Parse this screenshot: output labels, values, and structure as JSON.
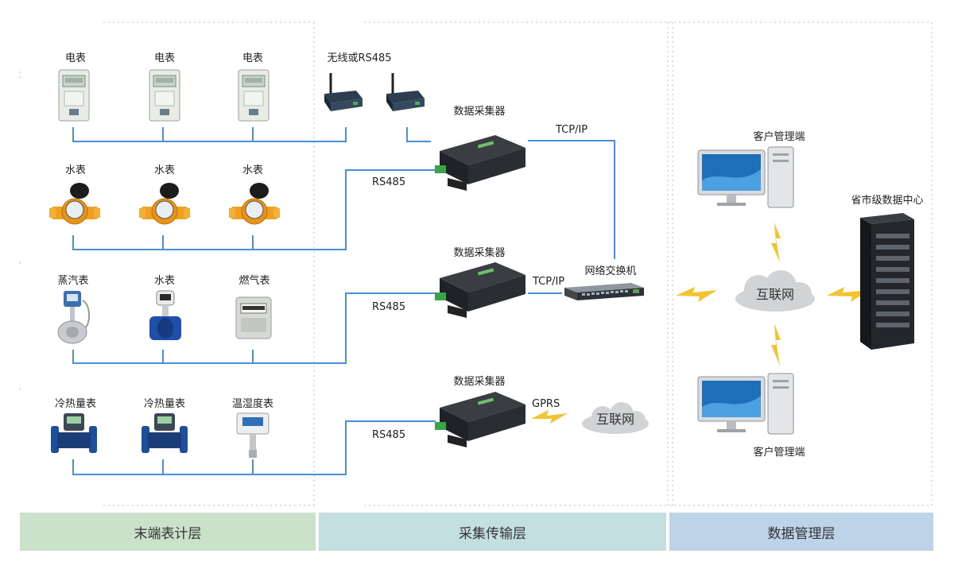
{
  "meters": {
    "row1": [
      "电表",
      "电表",
      "电表"
    ],
    "row2": [
      "水表",
      "水表",
      "水表"
    ],
    "row3": [
      "蒸汽表",
      "水表",
      "燃气表"
    ],
    "row4": [
      "冷热量表",
      "冷热量表",
      "温湿度表"
    ]
  },
  "wireless_label": "无线或RS485",
  "collectors": [
    "数据采集器",
    "数据采集器",
    "数据采集器"
  ],
  "rs485_labels": [
    "RS485",
    "RS485",
    "RS485"
  ],
  "tcpip_labels": [
    "TCP/IP",
    "TCP/IP"
  ],
  "gprs_label": "GPRS",
  "switch_label": "网络交换机",
  "internet_small": "互联网",
  "internet_main": "互联网",
  "client_top": "客户管理端",
  "client_bottom": "客户管理端",
  "datacenter": "省市级数据中心",
  "layers": [
    "末端表计层",
    "采集传输层",
    "数据管理层"
  ],
  "colors": {
    "wire": "#4a90d9",
    "bolt": "#f2c430",
    "layer1": "#c9e2c9",
    "layer2": "#c3dfdf",
    "layer3": "#bcd3e8"
  }
}
